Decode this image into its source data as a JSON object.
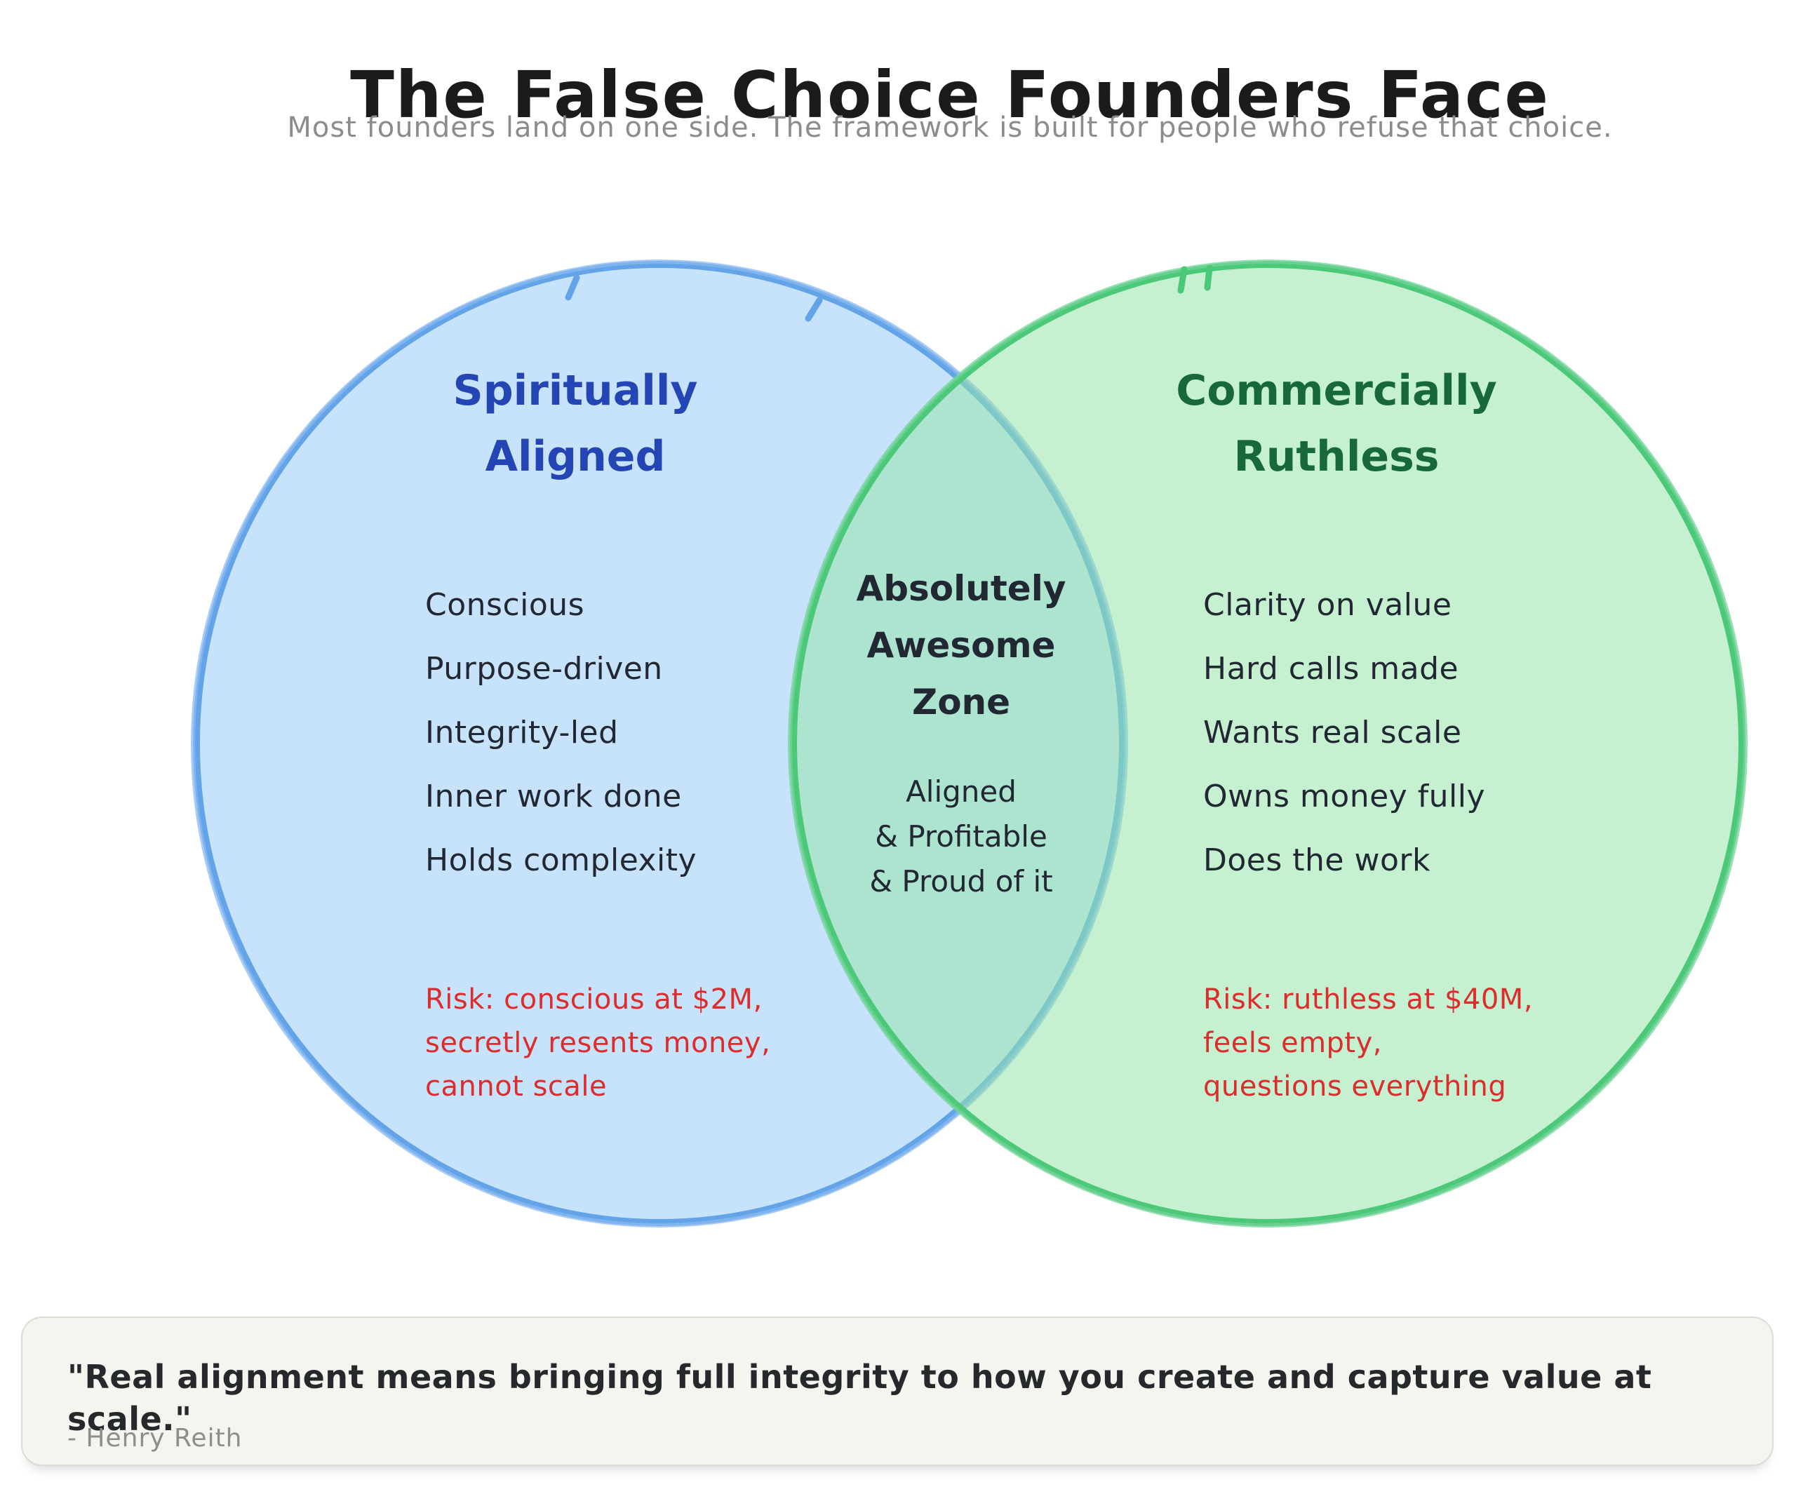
{
  "header": {
    "title": "The False Choice Founders Face",
    "subtitle": "Most founders land on one side. The framework is built for people who refuse that choice."
  },
  "venn": {
    "left_circle": {
      "title_line1": "Spiritually",
      "title_line2": "Aligned",
      "items": [
        "Conscious",
        "Purpose-driven",
        "Integrity-led",
        "Inner work done",
        "Holds complexity"
      ],
      "risk_line1": "Risk: conscious at $2M,",
      "risk_line2": "secretly resents money,",
      "risk_line3": "cannot scale",
      "fill_color": "#c7e2fb",
      "stroke_color": "#63a3e8",
      "title_color": "#2445b4"
    },
    "right_circle": {
      "title_line1": "Commercially",
      "title_line2": "Ruthless",
      "items": [
        "Clarity on value",
        "Hard calls made",
        "Wants real scale",
        "Owns money fully",
        "Does the work"
      ],
      "risk_line1": "Risk: ruthless at $40M,",
      "risk_line2": "feels empty,",
      "risk_line3": "questions everything",
      "fill_color": "#c9f2d4",
      "stroke_color": "#4bc878",
      "title_color": "#17693a"
    },
    "overlap": {
      "title_line1": "Absolutely",
      "title_line2": "Awesome",
      "title_line3": "Zone",
      "sub_line1": "Aligned",
      "sub_line2": "& Profitable",
      "sub_line3": "& Proud of it",
      "fill_color": "#ace4c9"
    },
    "item_text_color": "#212733",
    "risk_text_color": "#dd2c2c"
  },
  "quote": {
    "text": "\"Real alignment means bringing full integrity to how you create and capture value at scale.\"",
    "attribution": "- Henry Reith"
  }
}
